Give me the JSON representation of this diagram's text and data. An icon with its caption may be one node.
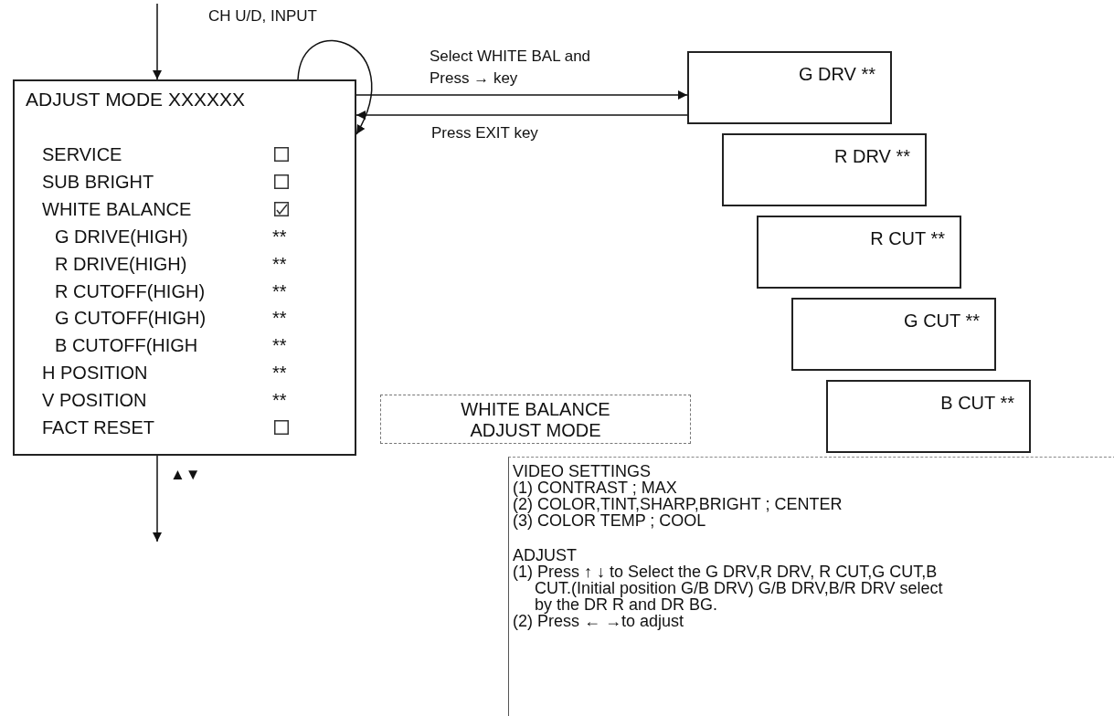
{
  "diagram": {
    "nodes": [
      {
        "text": [
          "ADJUST MODE XXXXXX",
          "SERVICE",
          "SUB BRIGHT",
          "WHITE BALANCE",
          "G DRIVE(HIGH)",
          "**",
          "R DRIVE(HIGH)",
          "**",
          "R CUTOFF(HIGH)",
          "**",
          "G CUTOFF(HIGH)",
          "**",
          "B CUTOFF(HIGH",
          "**",
          "H POSITION",
          "**",
          "V POSITION",
          "**",
          "FACT RESET"
        ]
      },
      {
        "text": [
          "G DRV **"
        ]
      },
      {
        "text": [
          "R DRV **"
        ]
      },
      {
        "text": [
          "R CUT **"
        ]
      },
      {
        "text": [
          "G CUT **"
        ]
      },
      {
        "text": [
          "B CUT **"
        ]
      },
      {
        "text": [
          "WHITE BALANCE ADJUST MODE"
        ]
      },
      {
        "text": [
          "VIDEO SETTINGS",
          "(1) CONTRAST ; MAX",
          "(2) COLOR,TINT,SHARP,BRIGHT ; CENTER",
          "(3) COLOR TEMP ; COOL",
          "ADJUST",
          "(1) Press ↑ ↓ to Select the G DRV,R DRV, R CUT,G CUT,B CUT.(Initial position G/B DRV) G/B DRV,B/R DRV select by the DR R and DR BG.",
          "(2) Press ← →to adjust"
        ]
      }
    ],
    "edges": [
      {
        "from": null,
        "to": 0,
        "arrow": "to"
      },
      {
        "from": 0,
        "to": 0,
        "arrow": "to",
        "label": "CH U/D, INPUT"
      },
      {
        "from": 0,
        "to": 1,
        "arrow": "to",
        "label": "Select WHITE BAL and Press → key"
      },
      {
        "from": 1,
        "to": 0,
        "arrow": "to",
        "label": "Press EXIT key"
      },
      {
        "from": 0,
        "to": null,
        "arrow": "to",
        "label": "▲▼"
      }
    ]
  }
}
